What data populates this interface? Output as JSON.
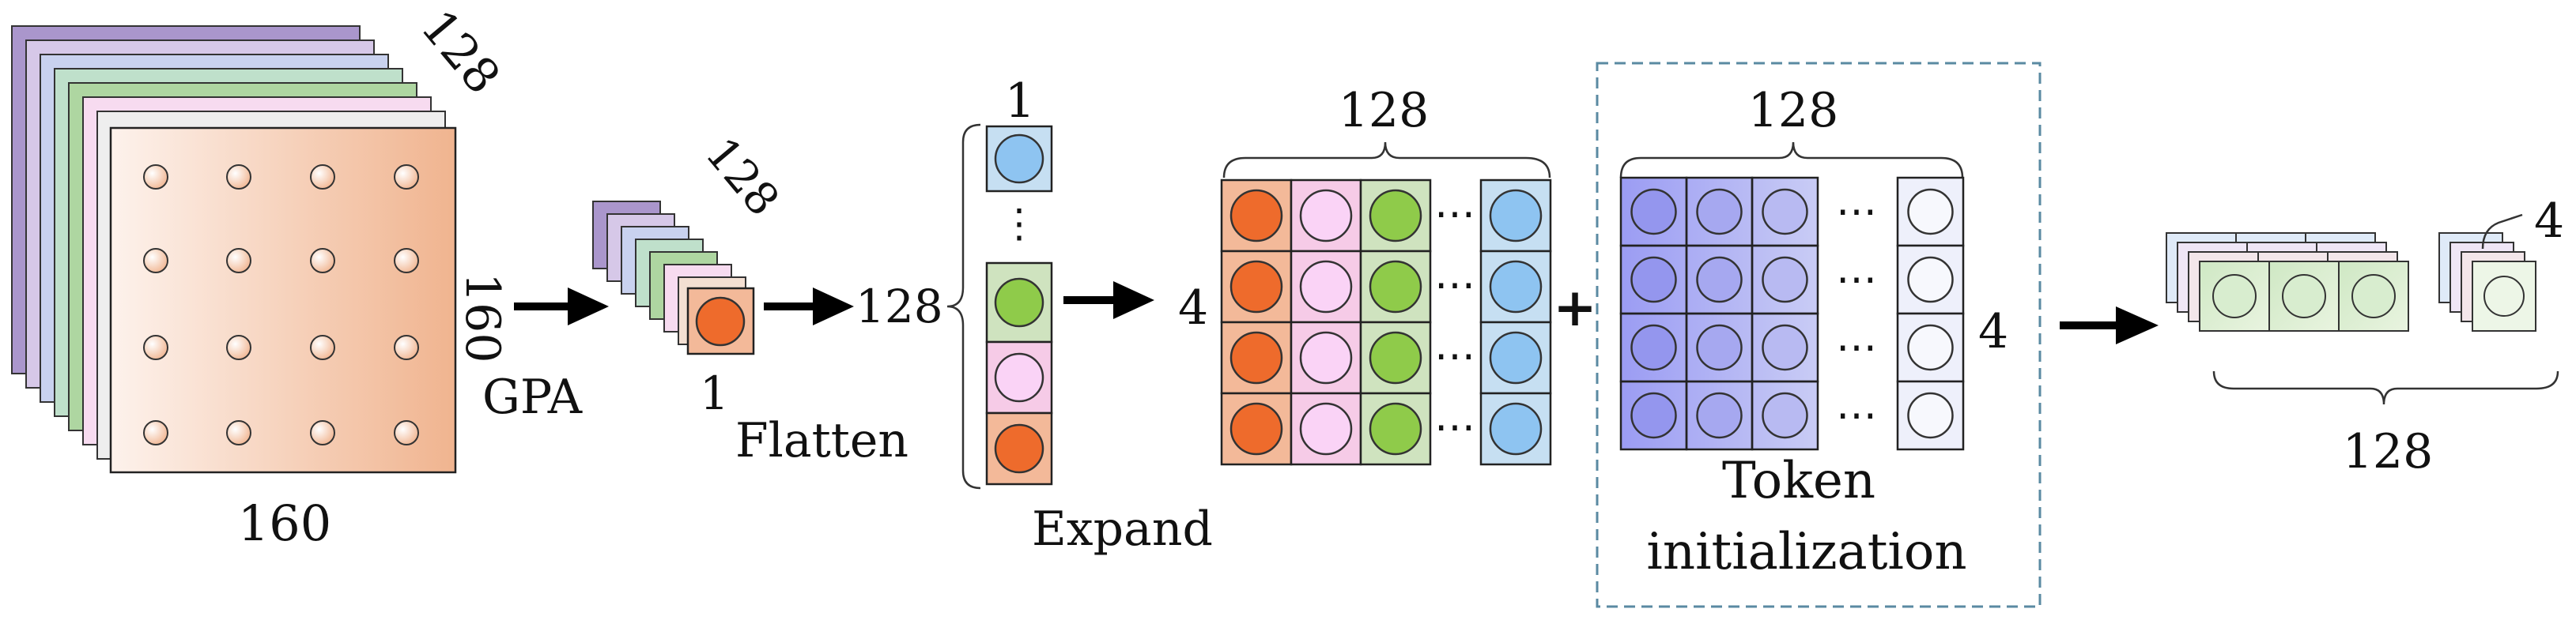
{
  "labels": {
    "channels_top": "128",
    "height_side": "160",
    "width_bottom": "160",
    "gpa": "GPA",
    "pooled_channels": "128",
    "pooled_size": "1",
    "flatten": "Flatten",
    "column_width": "1",
    "column_height": "128",
    "expand": "Expand",
    "expanded_width": "128",
    "expanded_rows": "4",
    "plus": "+",
    "token_width": "128",
    "token_rows": "4",
    "token_init_line1": "Token",
    "token_init_line2": "initialization",
    "ellipsis": "⋯",
    "vdots": "⋮",
    "output_depth": "4",
    "output_width": "128"
  },
  "colors": {
    "orange_fill": "#f3b999",
    "orange_circle": "#ee6b2c",
    "pink_fill": "#f6cbe7",
    "pink_circle": "#fad3f6",
    "green_fill": "#cfe3bf",
    "green_circle": "#8fcb4a",
    "blue_fill": "#c6dff2",
    "blue_circle": "#8ec4f1",
    "purple": "#aa96cc",
    "token_dark": "#9c9cf2",
    "token_light": "#eef0fb",
    "dashed_border": "#5a8aa2"
  }
}
